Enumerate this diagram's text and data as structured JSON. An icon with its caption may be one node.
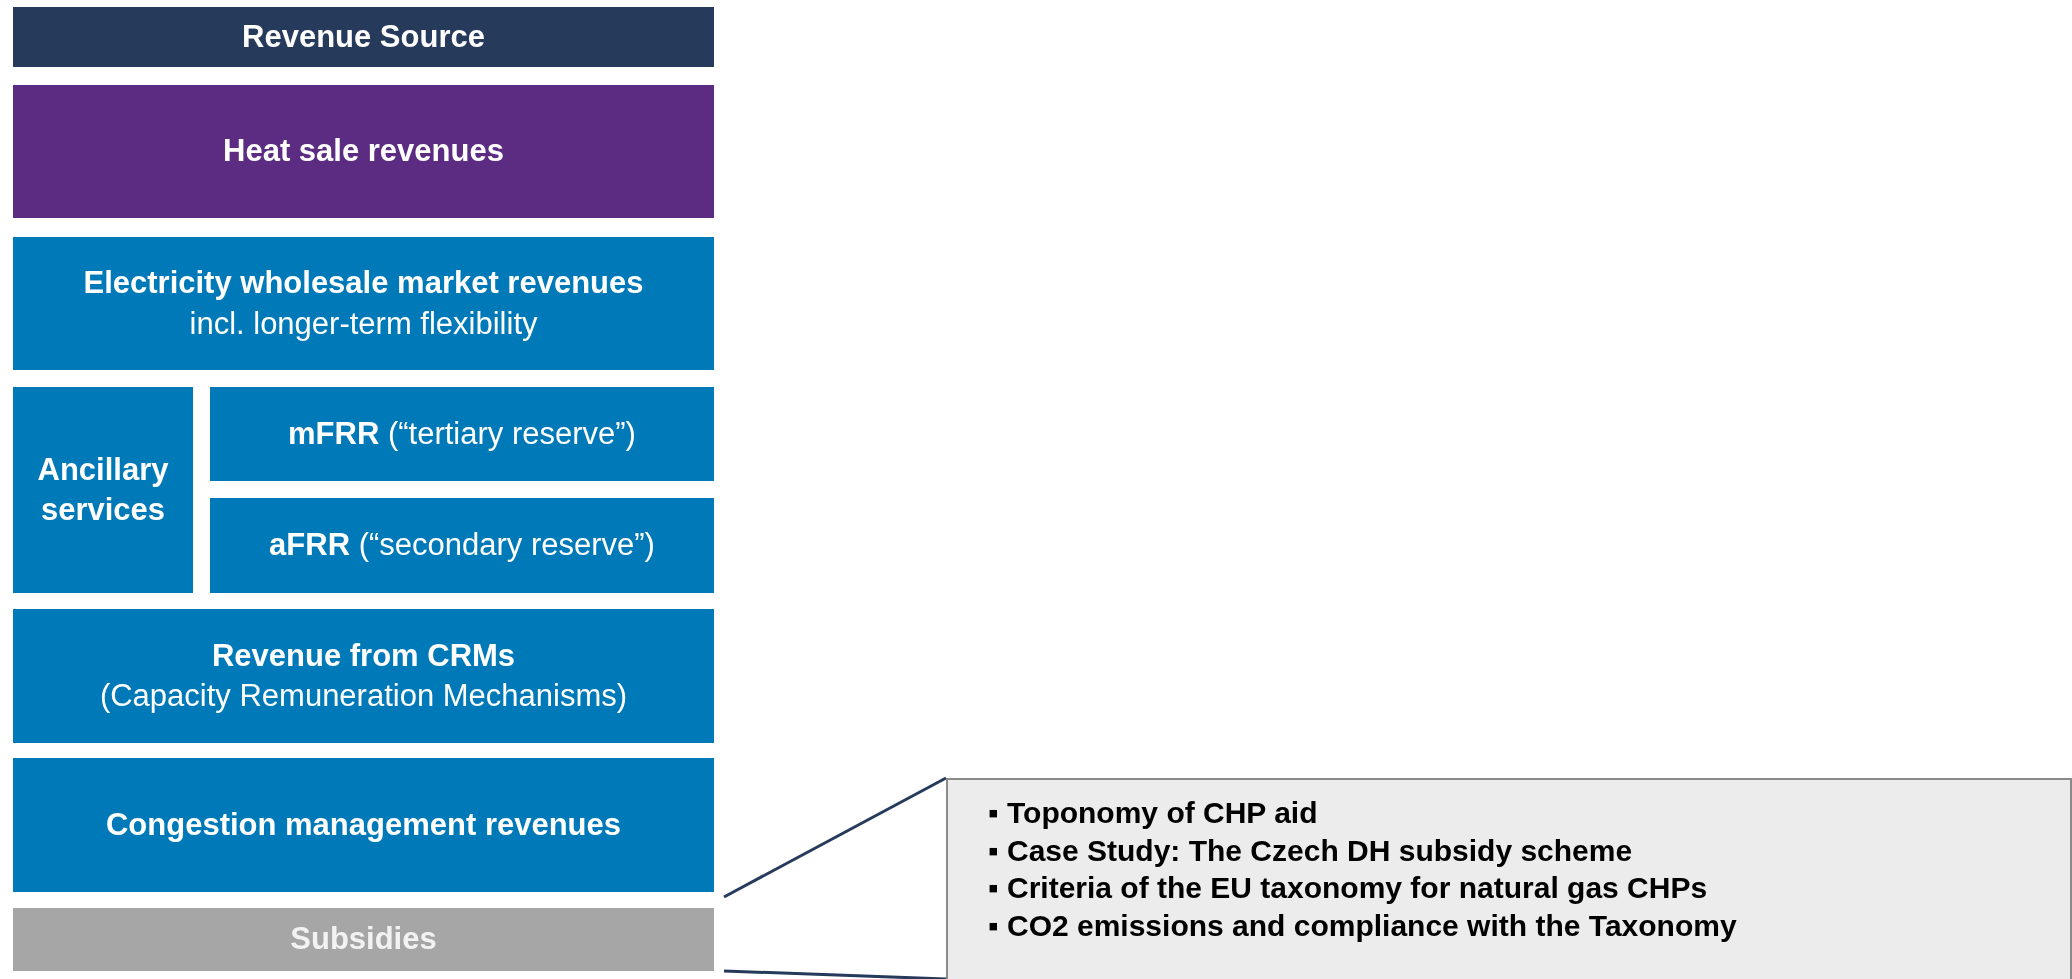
{
  "diagram": {
    "nodes": [
      {
        "text": [
          "Revenue Source"
        ]
      },
      {
        "text": [
          "Heat sale revenues"
        ]
      },
      {
        "text": [
          "Electricity wholesale market revenues",
          "incl. longer-term flexibility"
        ]
      },
      {
        "text": [
          "Ancillary services"
        ]
      },
      {
        "text": [
          "**mFRR** (“tertiary reserve”)"
        ]
      },
      {
        "text": [
          "**aFRR** (“secondary reserve”)"
        ]
      },
      {
        "text": [
          "Revenue from CRMs",
          "(Capacity Remuneration Mechanisms)"
        ]
      },
      {
        "text": [
          "Congestion management revenues"
        ]
      },
      {
        "text": [
          "Subsidies"
        ]
      },
      {
        "text": [
          "▪ Toponomy of CHP aid",
          "▪ Case Study: The Czech DH subsidy scheme",
          "▪ Criteria of the EU taxonomy for natural gas CHPs",
          "▪ CO2 emissions and compliance with the Taxonomy"
        ]
      }
    ],
    "edges": [
      {
        "from": 8,
        "to": 9,
        "arrow": "none"
      },
      {
        "from": 8,
        "to": 9,
        "arrow": "none"
      }
    ]
  }
}
